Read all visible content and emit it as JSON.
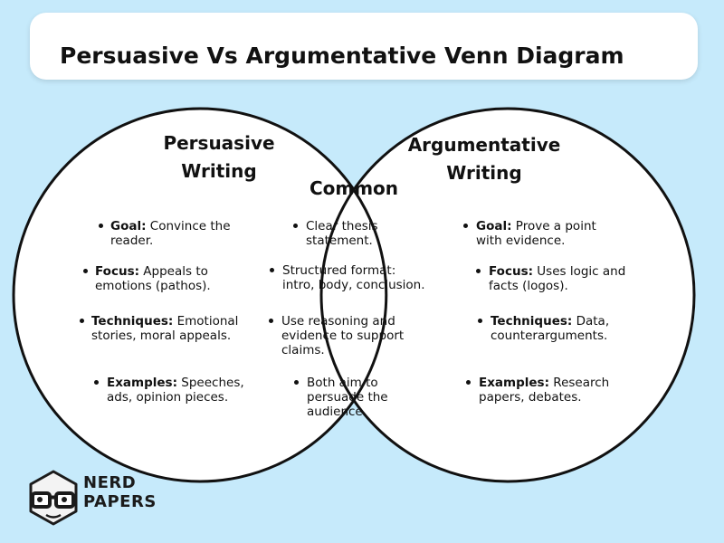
{
  "title": "Persuasive Vs Argumentative Venn Diagram",
  "left": {
    "heading": [
      "Persuasive",
      "Writing"
    ],
    "items": [
      {
        "label": "Goal:",
        "text": [
          "Convince the",
          "reader."
        ]
      },
      {
        "label": "Focus:",
        "text": [
          "Appeals to",
          "emotions (pathos)."
        ]
      },
      {
        "label": "Techniques:",
        "text": [
          "Emotional",
          "stories, moral appeals."
        ]
      },
      {
        "label": "Examples:",
        "text": [
          "Speeches,",
          "ads, opinion pieces."
        ]
      }
    ]
  },
  "center": {
    "heading": "Common",
    "items": [
      [
        "Clear thesis",
        "statement."
      ],
      [
        "Structured format:",
        "intro, body, conclusion."
      ],
      [
        "Use reasoning and",
        "evidence to support",
        "claims."
      ],
      [
        "Both aim to",
        "persuade the",
        "audience."
      ]
    ]
  },
  "right": {
    "heading": [
      "Argumentative",
      "Writing"
    ],
    "items": [
      {
        "label": "Goal:",
        "text": [
          "Prove a point",
          "with evidence."
        ]
      },
      {
        "label": "Focus:",
        "text": [
          "Uses logic and",
          "facts (logos)."
        ]
      },
      {
        "label": "Techniques:",
        "text": [
          "Data,",
          "counterarguments."
        ]
      },
      {
        "label": "Examples:",
        "text": [
          "Research",
          "papers, debates."
        ]
      }
    ]
  },
  "logo": {
    "line1": "NERD",
    "line2": "PAPERS"
  },
  "colors": {
    "background": "#c6eafb",
    "circle_fill": "#ffffff",
    "circle_stroke": "#111111"
  }
}
